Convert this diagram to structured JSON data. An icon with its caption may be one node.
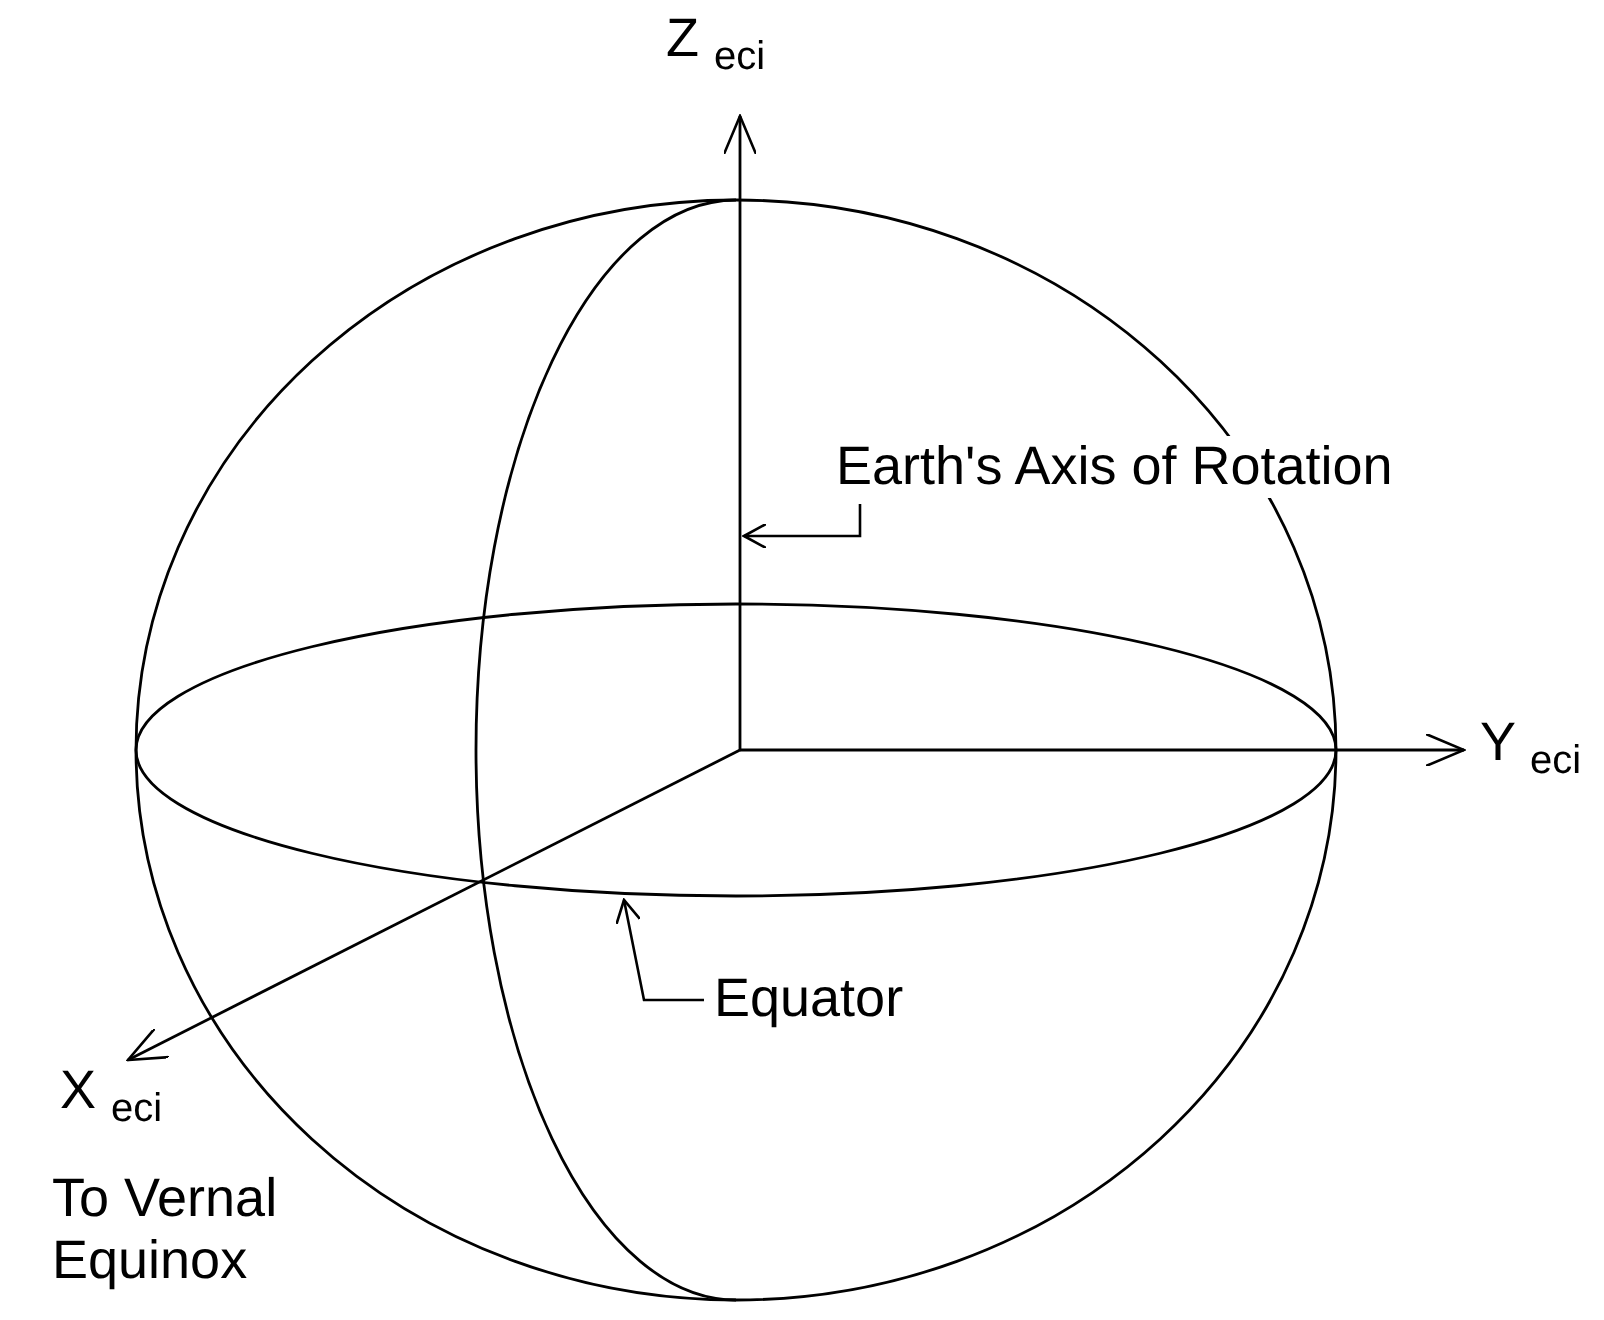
{
  "diagram": {
    "nodes": [
      {
        "text": [
          "Earth's Axis of Rotation"
        ]
      },
      {
        "text": [
          "Equator"
        ]
      },
      {
        "text": [],
        "shape": "line",
        "beside": [
          "Z $_{eci}$"
        ]
      },
      {
        "text": [],
        "shape": "ellipse"
      }
    ],
    "edges": [
      {
        "from": 0,
        "to": 2,
        "arrow": "to"
      },
      {
        "from": 1,
        "to": 3,
        "arrow": "to"
      }
    ],
    "labels": [
      "Y $_{eci}$",
      "X $_{eci}$",
      "To Vernal Equinox"
    ]
  }
}
